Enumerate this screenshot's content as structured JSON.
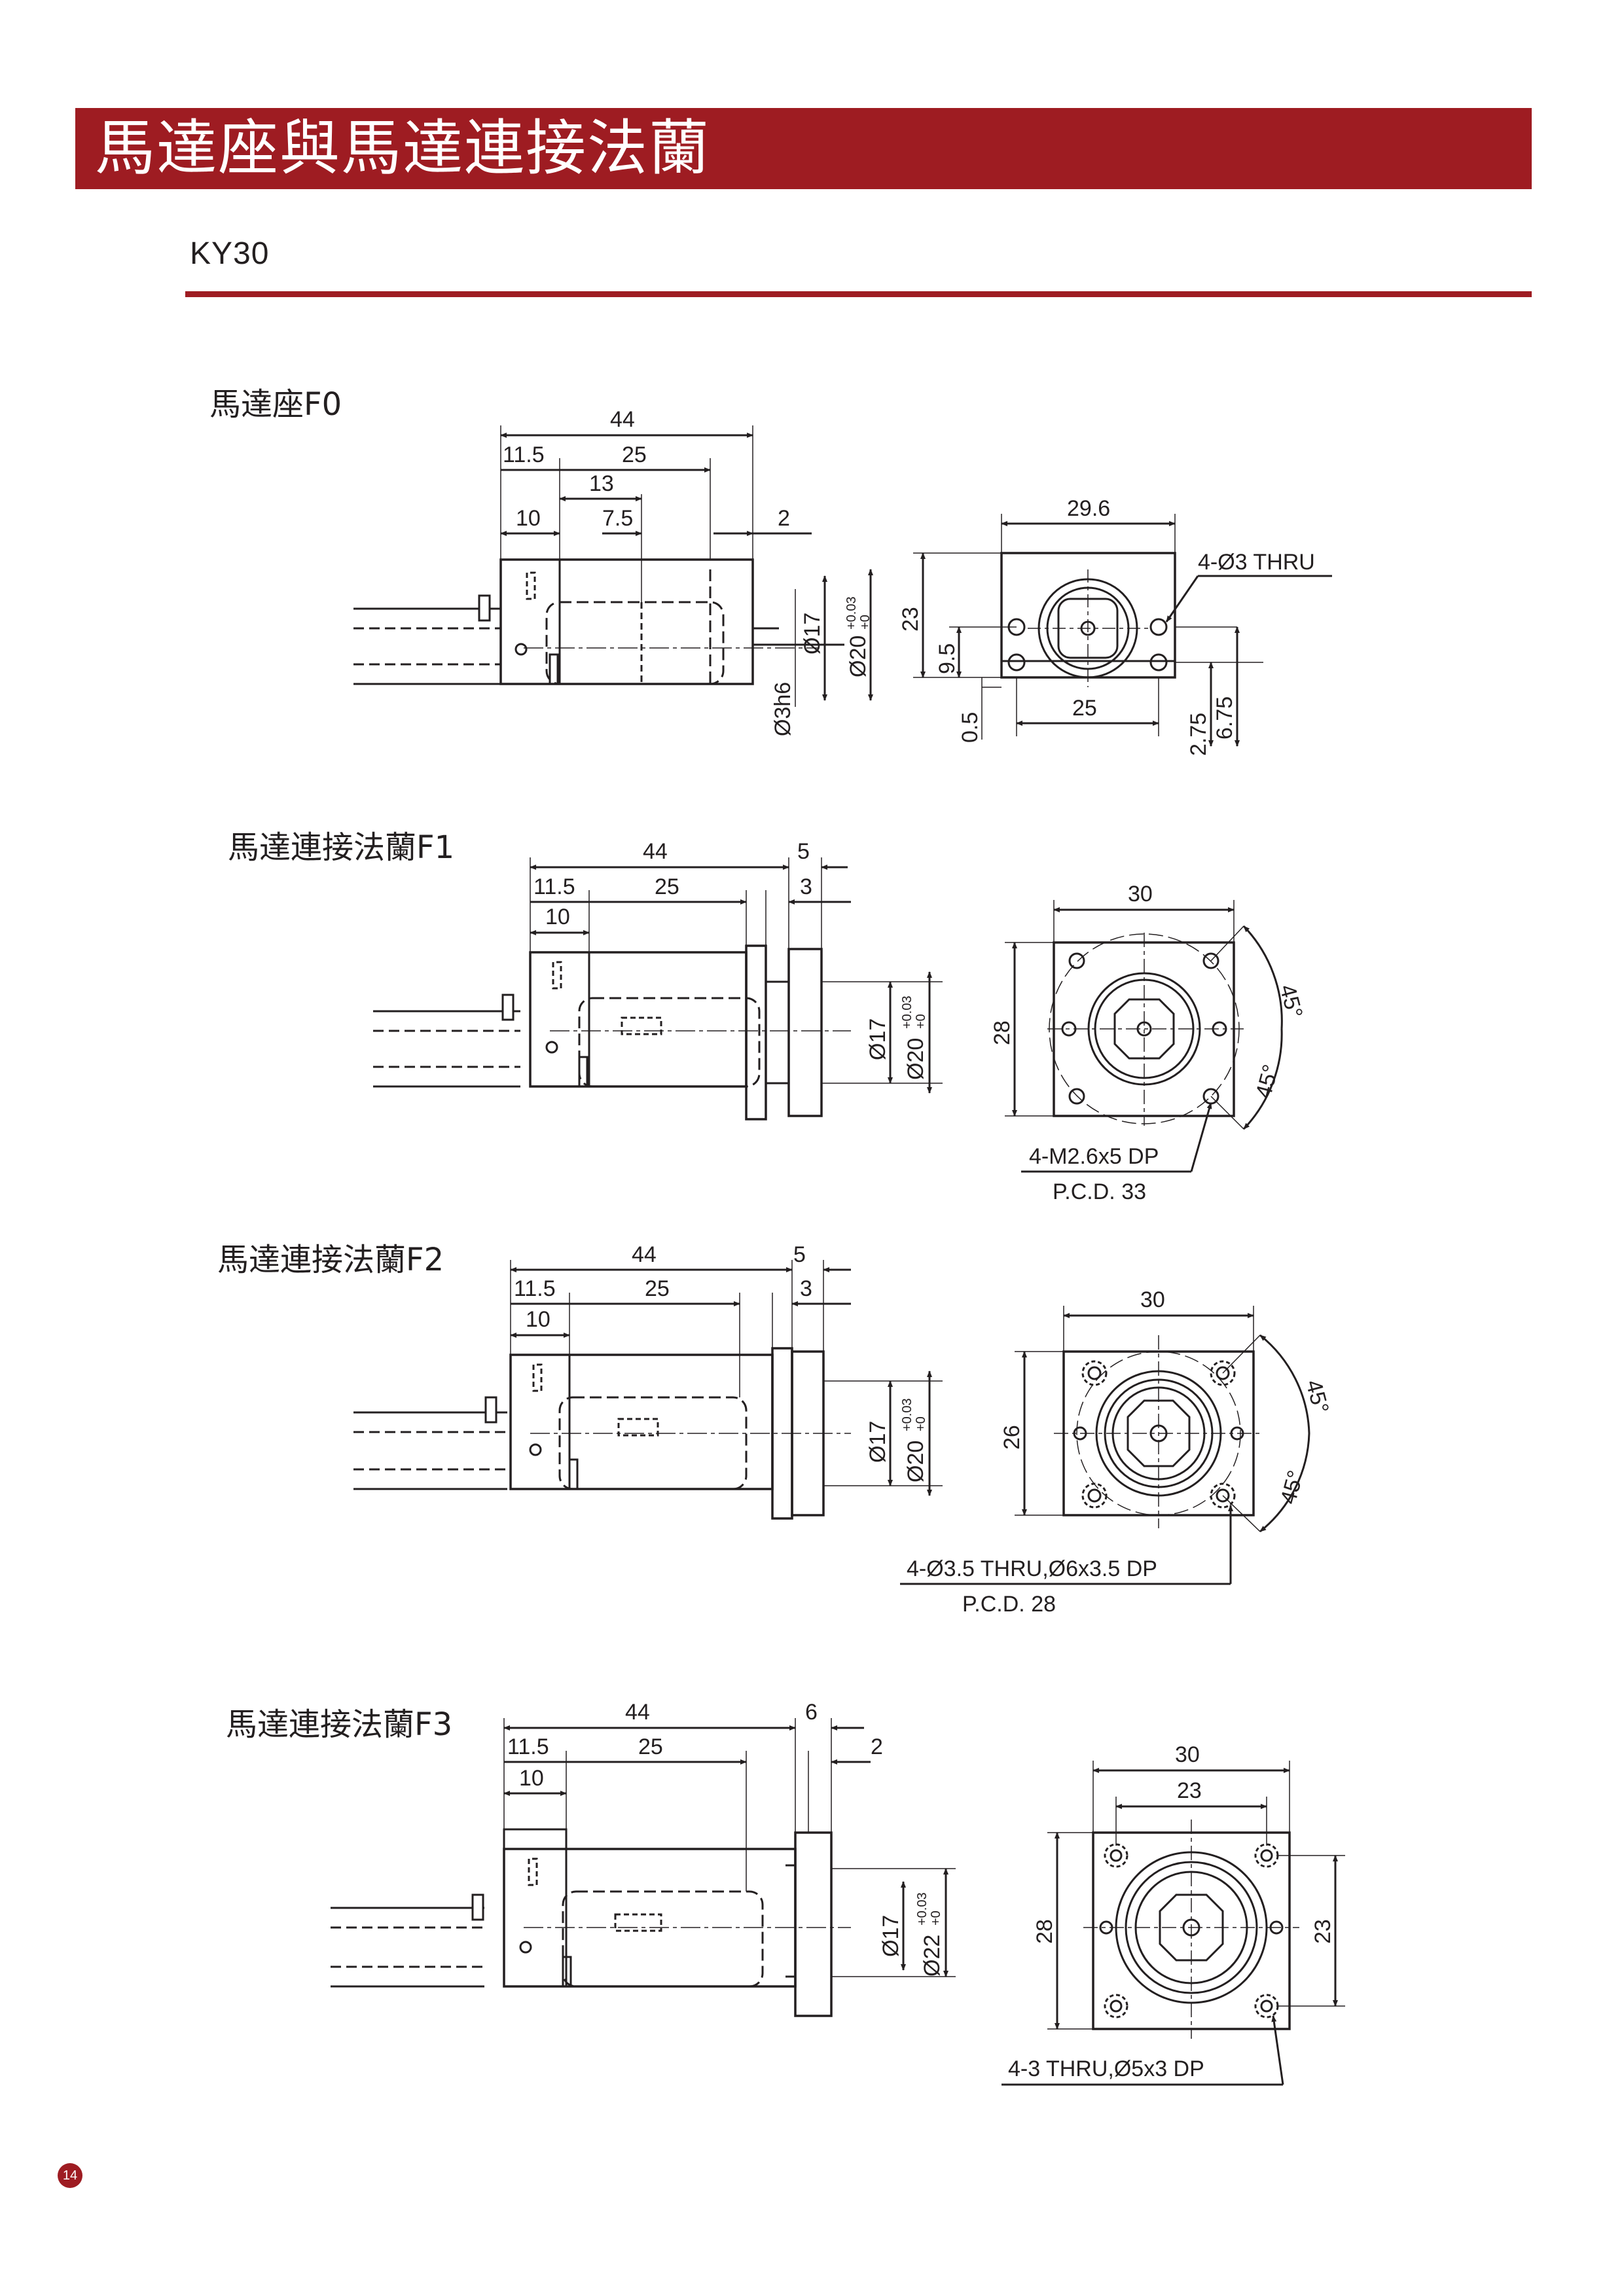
{
  "header": {
    "title": "馬達座與馬達連接法蘭",
    "accent_color": "#9e1c22"
  },
  "model": "KY30",
  "page_number": "14",
  "sections": [
    {
      "label": "馬達座F0",
      "side": {
        "d44": "44",
        "d115": "11.5",
        "d25": "25",
        "d13": "13",
        "d10": "10",
        "d75": "7.5",
        "d2": "2",
        "phi17": "Ø17",
        "phi20": "Ø20",
        "tol_up": "+0.03",
        "tol_lo": "+0",
        "phi3h6": "Ø3h6"
      },
      "front": {
        "w": "29.6",
        "h": "23",
        "h2": "9.5",
        "b": "0.5",
        "w2": "25",
        "r1": "2.75",
        "r2": "6.75",
        "note": "4-Ø3 THRU"
      }
    },
    {
      "label": "馬達連接法蘭F1",
      "side": {
        "d44": "44",
        "d5": "5",
        "d115": "11.5",
        "d25": "25",
        "d3": "3",
        "d10": "10",
        "phi17": "Ø17",
        "phi20": "Ø20",
        "tol_up": "+0.03",
        "tol_lo": "+0"
      },
      "front": {
        "w": "30",
        "h": "28",
        "a1": "45°",
        "a2": "45°",
        "note": "4-M2.6x5 DP",
        "pcd": "P.C.D. 33"
      }
    },
    {
      "label": "馬達連接法蘭F2",
      "side": {
        "d44": "44",
        "d5": "5",
        "d115": "11.5",
        "d25": "25",
        "d3": "3",
        "d10": "10",
        "phi17": "Ø17",
        "phi20": "Ø20",
        "tol_up": "+0.03",
        "tol_lo": "+0"
      },
      "front": {
        "w": "30",
        "h": "26",
        "a1": "45°",
        "a2": "45°",
        "note": "4-Ø3.5 THRU,Ø6x3.5 DP",
        "pcd": "P.C.D. 28"
      }
    },
    {
      "label": "馬達連接法蘭F3",
      "side": {
        "d44": "44",
        "d6": "6",
        "d115": "11.5",
        "d25": "25",
        "d2": "2",
        "d10": "10",
        "phi17": "Ø17",
        "phi22": "Ø22",
        "tol_up": "+0.03",
        "tol_lo": "+0"
      },
      "front": {
        "w": "30",
        "w2": "23",
        "h": "28",
        "h2": "23",
        "note": "4-3 THRU,Ø5x3 DP"
      }
    }
  ]
}
